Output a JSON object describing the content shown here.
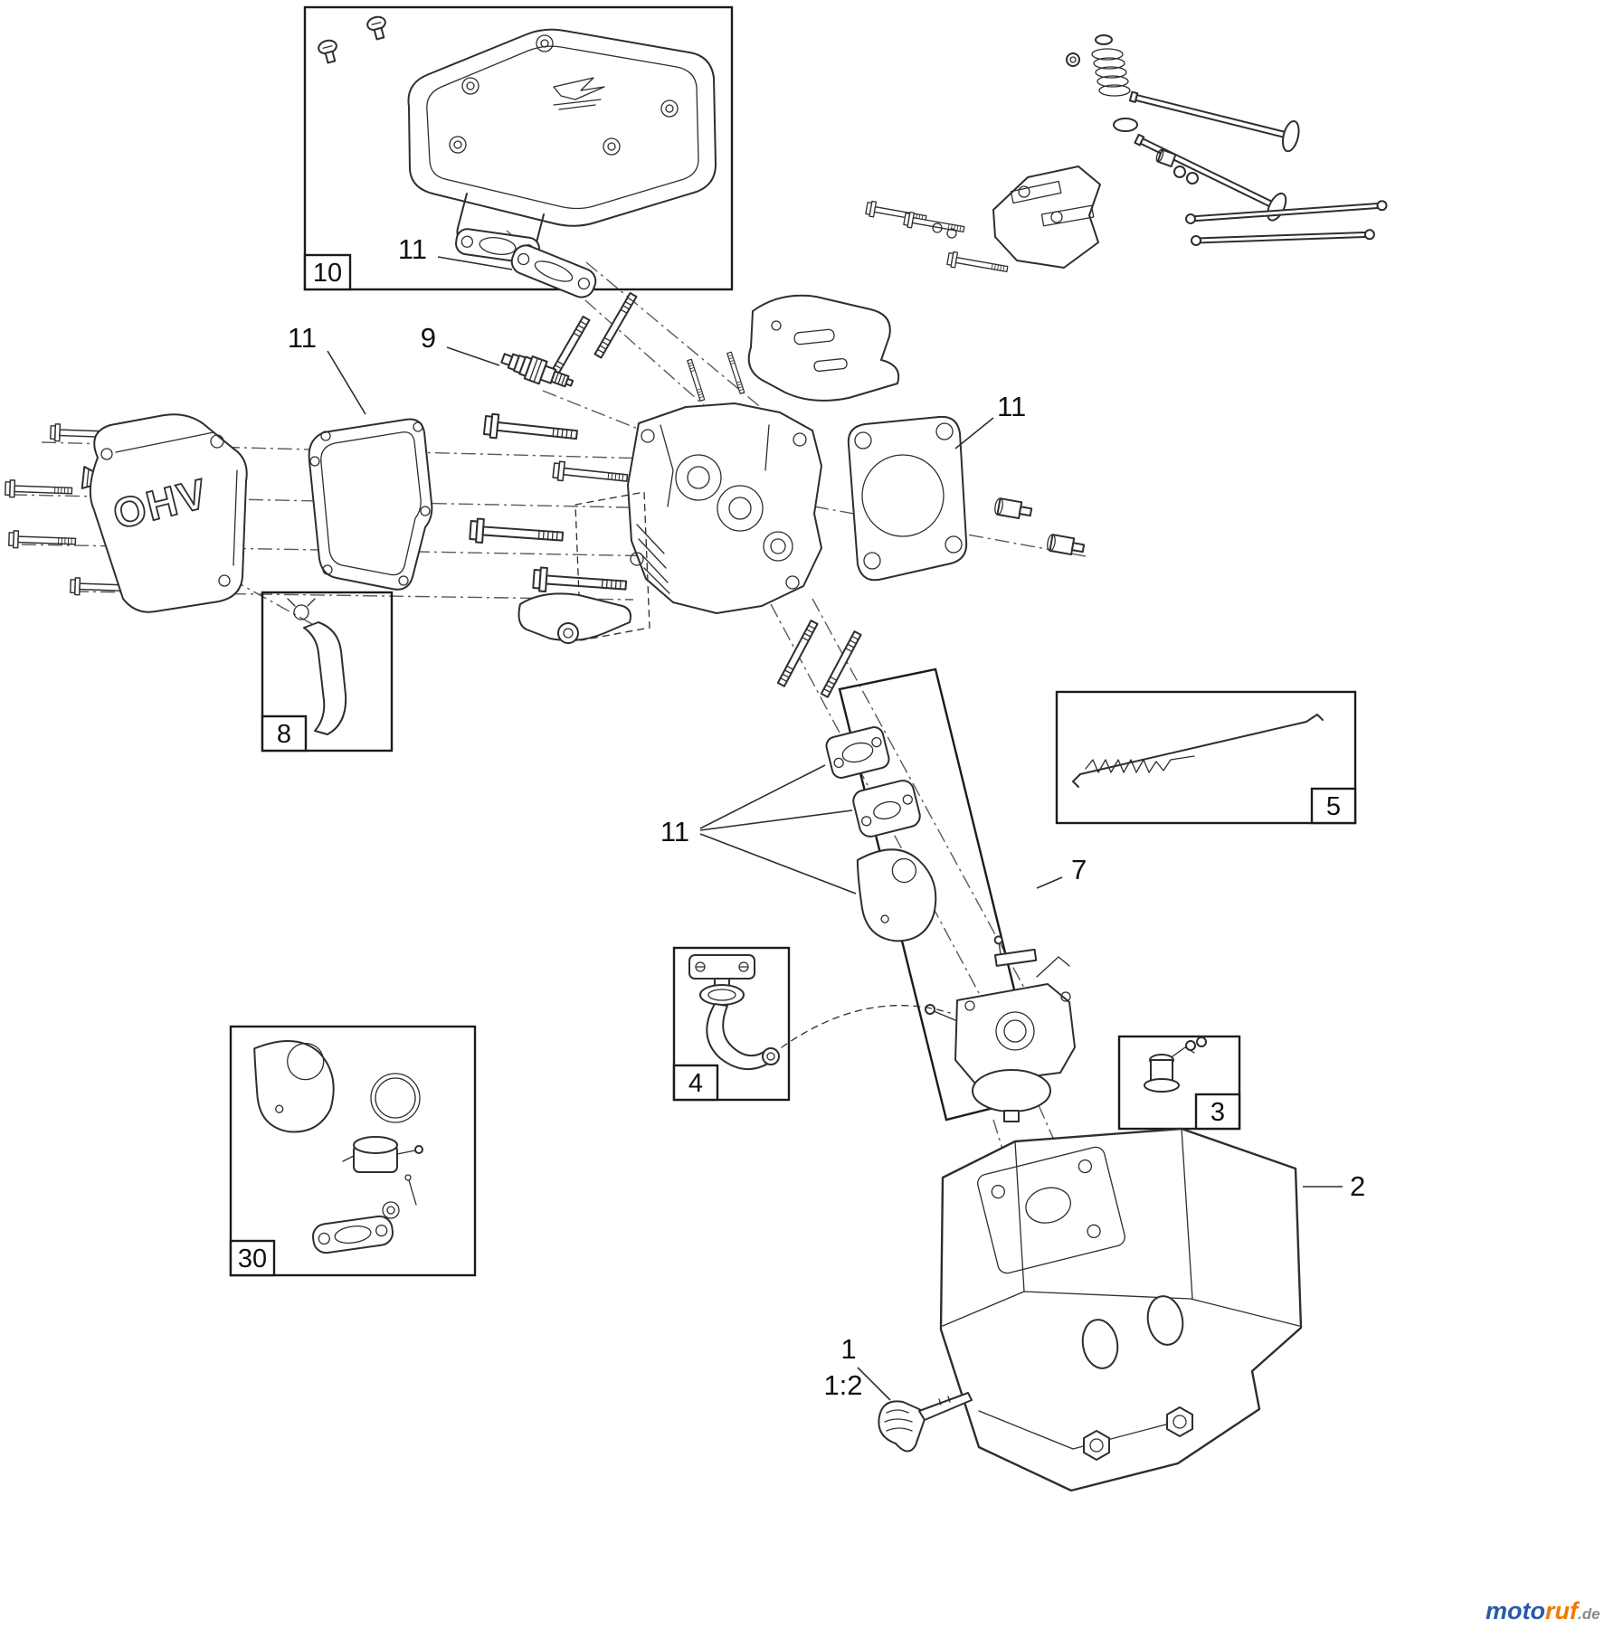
{
  "figure": {
    "background": "#ffffff",
    "line_color": "#2e2e2e",
    "callouts": {
      "box10": "10",
      "exhaust_gasket": "11",
      "valve_cover_gasket": "11",
      "spark_plug": "9",
      "breather_hose": "8",
      "head_gasket": "11",
      "governor_link": "5",
      "carburetor_group": "7",
      "intake_gaskets": "11",
      "primer": "4",
      "fuel_part": "3",
      "housing": "2",
      "key": "1",
      "key_scale": "1:2",
      "carb_kit": "30"
    },
    "embossed_text": "OHV",
    "watermark": {
      "moto": "moto",
      "ruf": "ruf",
      "domain": ".de",
      "moto_color": "#2b59a8",
      "ruf_color": "#f07900",
      "domain_color": "#8a8a8a"
    }
  }
}
